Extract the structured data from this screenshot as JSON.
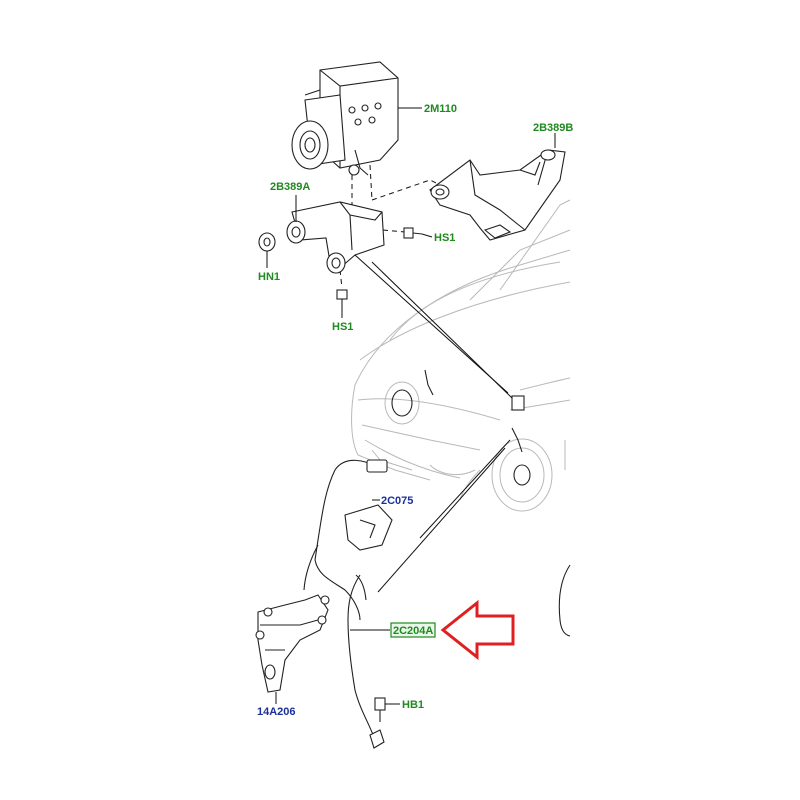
{
  "labels": {
    "abs_module": "2M110",
    "bracket_right": "2B389B",
    "bracket_left": "2B389A",
    "screw_right": "HS1",
    "nut_left": "HN1",
    "screw_bottom": "HS1",
    "clip": "2C075",
    "sensor": "2C204A",
    "bracket_lower": "14A206",
    "bolt": "HB1"
  },
  "colors": {
    "part_label": "#1f8a1f",
    "ref_label": "#1a2f9a",
    "arrow": "#e02020"
  }
}
